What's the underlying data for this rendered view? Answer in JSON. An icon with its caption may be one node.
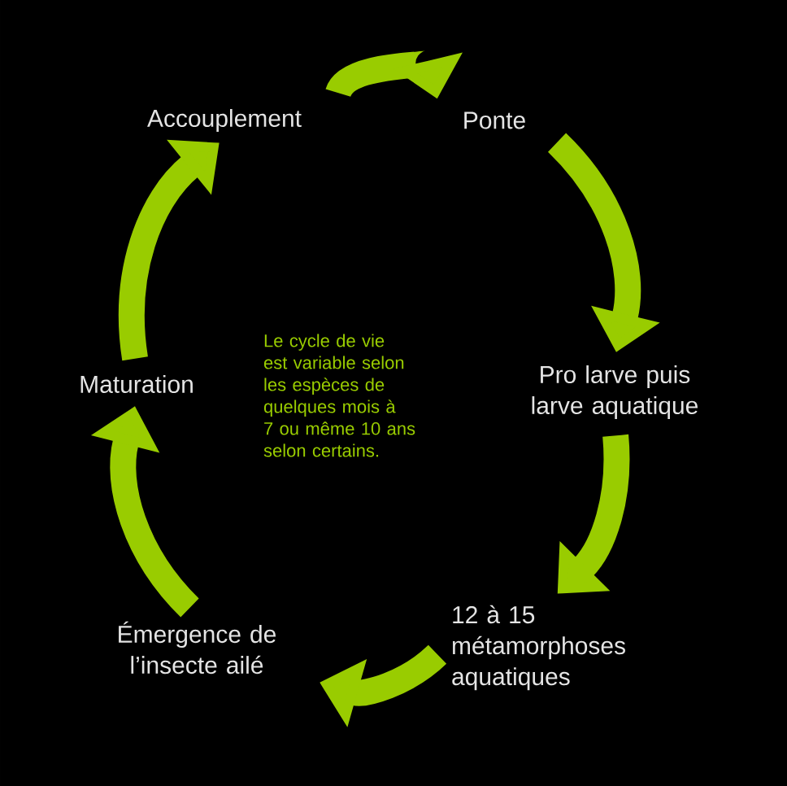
{
  "diagram": {
    "nodes": [
      {
        "text": [
          "Accouplement"
        ]
      },
      {
        "text": [
          "Ponte"
        ]
      },
      {
        "text": [
          "Pro larve puis larve aquatique"
        ]
      },
      {
        "text": [
          "12 à 15 métamorphoses aquatiques"
        ]
      },
      {
        "text": [
          "Émergence de l’insecte ailé"
        ]
      },
      {
        "text": [
          "Maturation"
        ]
      }
    ],
    "edges": [
      {
        "from": 0,
        "to": 1,
        "arrow": "to"
      },
      {
        "from": 1,
        "to": 2,
        "arrow": "to"
      },
      {
        "from": 2,
        "to": 3,
        "arrow": "to"
      },
      {
        "from": 3,
        "to": 4,
        "arrow": "to"
      },
      {
        "from": 4,
        "to": 5,
        "arrow": "to"
      },
      {
        "from": 5,
        "to": 0,
        "arrow": "to"
      }
    ],
    "labels": [
      "Le cycle de vie est variable selon les espèces de quelques mois à 7 ou même 10 ans selon certains."
    ]
  }
}
